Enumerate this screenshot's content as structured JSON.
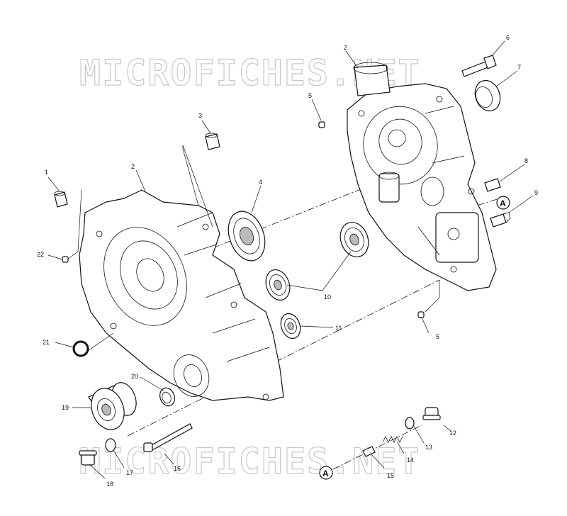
{
  "watermark": {
    "top": "MICROFICHES.NET",
    "bottom": "MICROFICHES.NET"
  },
  "reference_marker": "A",
  "callouts": [
    "1",
    "2",
    "2",
    "3",
    "4",
    "5",
    "5",
    "6",
    "7",
    "8",
    "9",
    "10",
    "11",
    "12",
    "13",
    "14",
    "15",
    "16",
    "17",
    "18",
    "19",
    "20",
    "21",
    "22"
  ],
  "parts": [
    {
      "number": "1",
      "icon": "dowel-pin-icon"
    },
    {
      "number": "2",
      "icon": "crankcase-half-icon"
    },
    {
      "number": "3",
      "icon": "dowel-pin-icon"
    },
    {
      "number": "4",
      "icon": "ball-bearing-icon"
    },
    {
      "number": "5",
      "icon": "pin-icon"
    },
    {
      "number": "6",
      "icon": "bolt-icon"
    },
    {
      "number": "7",
      "icon": "oil-seal-icon"
    },
    {
      "number": "8",
      "icon": "plug-icon"
    },
    {
      "number": "9",
      "icon": "nipple-icon"
    },
    {
      "number": "10",
      "icon": "ball-bearing-icon"
    },
    {
      "number": "11",
      "icon": "ball-bearing-icon"
    },
    {
      "number": "12",
      "icon": "drain-plug-icon"
    },
    {
      "number": "13",
      "icon": "washer-icon"
    },
    {
      "number": "14",
      "icon": "spring-icon"
    },
    {
      "number": "15",
      "icon": "plunger-icon"
    },
    {
      "number": "16",
      "icon": "stud-bolt-icon"
    },
    {
      "number": "17",
      "icon": "washer-icon"
    },
    {
      "number": "18",
      "icon": "drain-plug-icon"
    },
    {
      "number": "19",
      "icon": "pulley-icon"
    },
    {
      "number": "20",
      "icon": "oil-seal-icon"
    },
    {
      "number": "21",
      "icon": "o-ring-icon"
    },
    {
      "number": "22",
      "icon": "pin-icon"
    }
  ]
}
